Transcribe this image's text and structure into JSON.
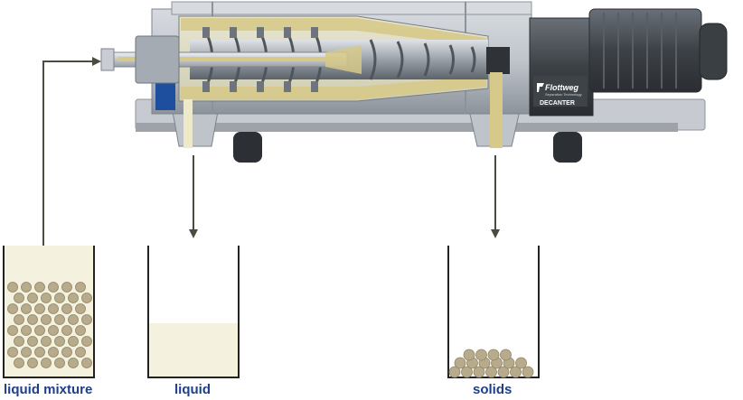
{
  "brand": {
    "name": "Flottweg",
    "tagline": "Separation Technology",
    "product": "DECANTER"
  },
  "labels": {
    "liquid_mixture": "liquid mixture",
    "liquid": "liquid",
    "solids": "solids"
  },
  "colors": {
    "label_blue": "#1f3f8c",
    "housing_gray": "#b9bec6",
    "housing_dark": "#7d838c",
    "motor_dark": "#3f4449",
    "accent_blue": "#1e4f9e",
    "sediment": "#d6c98a",
    "liquid_fill": "#f4f1df",
    "particle": "#b7ab8b",
    "arrow": "#4b4b40"
  },
  "icons": {
    "brand_logo": "flottweg-logo-icon",
    "flow_arrow": "arrow-icon"
  }
}
